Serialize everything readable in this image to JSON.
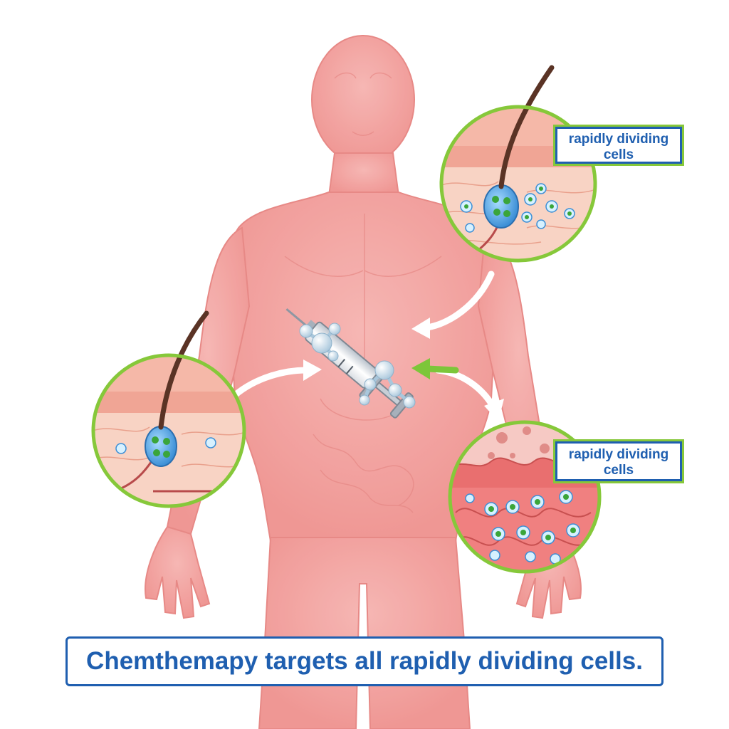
{
  "labels": {
    "skin_follicle_top": "rapidly dividing cells",
    "intestine_lining": "rapidly dividing cells"
  },
  "caption": "Chemthemapy targets all rapidly dividing cells.",
  "colors": {
    "body": "#f19a9a",
    "body_stroke": "#e07b7b",
    "circle_border": "#86c83a",
    "label_border": "#1f5fb0",
    "label_text": "#1f5fb0",
    "arrow_white": "#ffffff",
    "arrow_green": "#7cc63a",
    "cell_blue": "#5fb3e8",
    "cell_green": "#3aa53a"
  },
  "icons": {
    "center": "syringe-icon",
    "molecules": "molecule-icon"
  }
}
